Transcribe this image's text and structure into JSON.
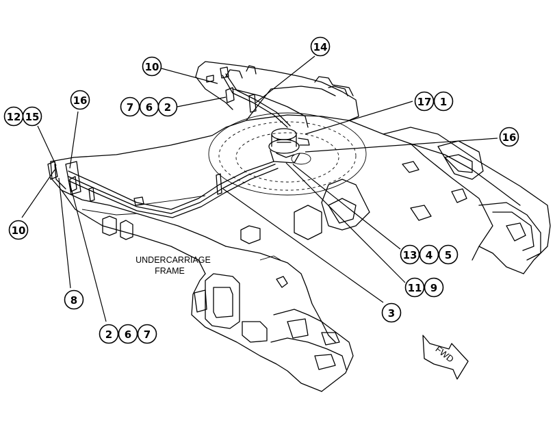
{
  "frame_label_line1": "UNDERCARRIAGE",
  "frame_label_line2": "FRAME",
  "fwd_label": "FWD",
  "callouts": [
    {
      "id": "c-10-top",
      "label": "10"
    },
    {
      "id": "c-14",
      "label": "14"
    },
    {
      "id": "c-7-top",
      "label": "7"
    },
    {
      "id": "c-6-top",
      "label": "6"
    },
    {
      "id": "c-2-top",
      "label": "2"
    },
    {
      "id": "c-16-left",
      "label": "16"
    },
    {
      "id": "c-12",
      "label": "12"
    },
    {
      "id": "c-15",
      "label": "15"
    },
    {
      "id": "c-17",
      "label": "17"
    },
    {
      "id": "c-1",
      "label": "1"
    },
    {
      "id": "c-16-right",
      "label": "16"
    },
    {
      "id": "c-10-left",
      "label": "10"
    },
    {
      "id": "c-13",
      "label": "13"
    },
    {
      "id": "c-4",
      "label": "4"
    },
    {
      "id": "c-5",
      "label": "5"
    },
    {
      "id": "c-11",
      "label": "11"
    },
    {
      "id": "c-9",
      "label": "9"
    },
    {
      "id": "c-8",
      "label": "8"
    },
    {
      "id": "c-3",
      "label": "3"
    },
    {
      "id": "c-2-bottom",
      "label": "2"
    },
    {
      "id": "c-6-bottom",
      "label": "6"
    },
    {
      "id": "c-7-bottom",
      "label": "7"
    }
  ]
}
